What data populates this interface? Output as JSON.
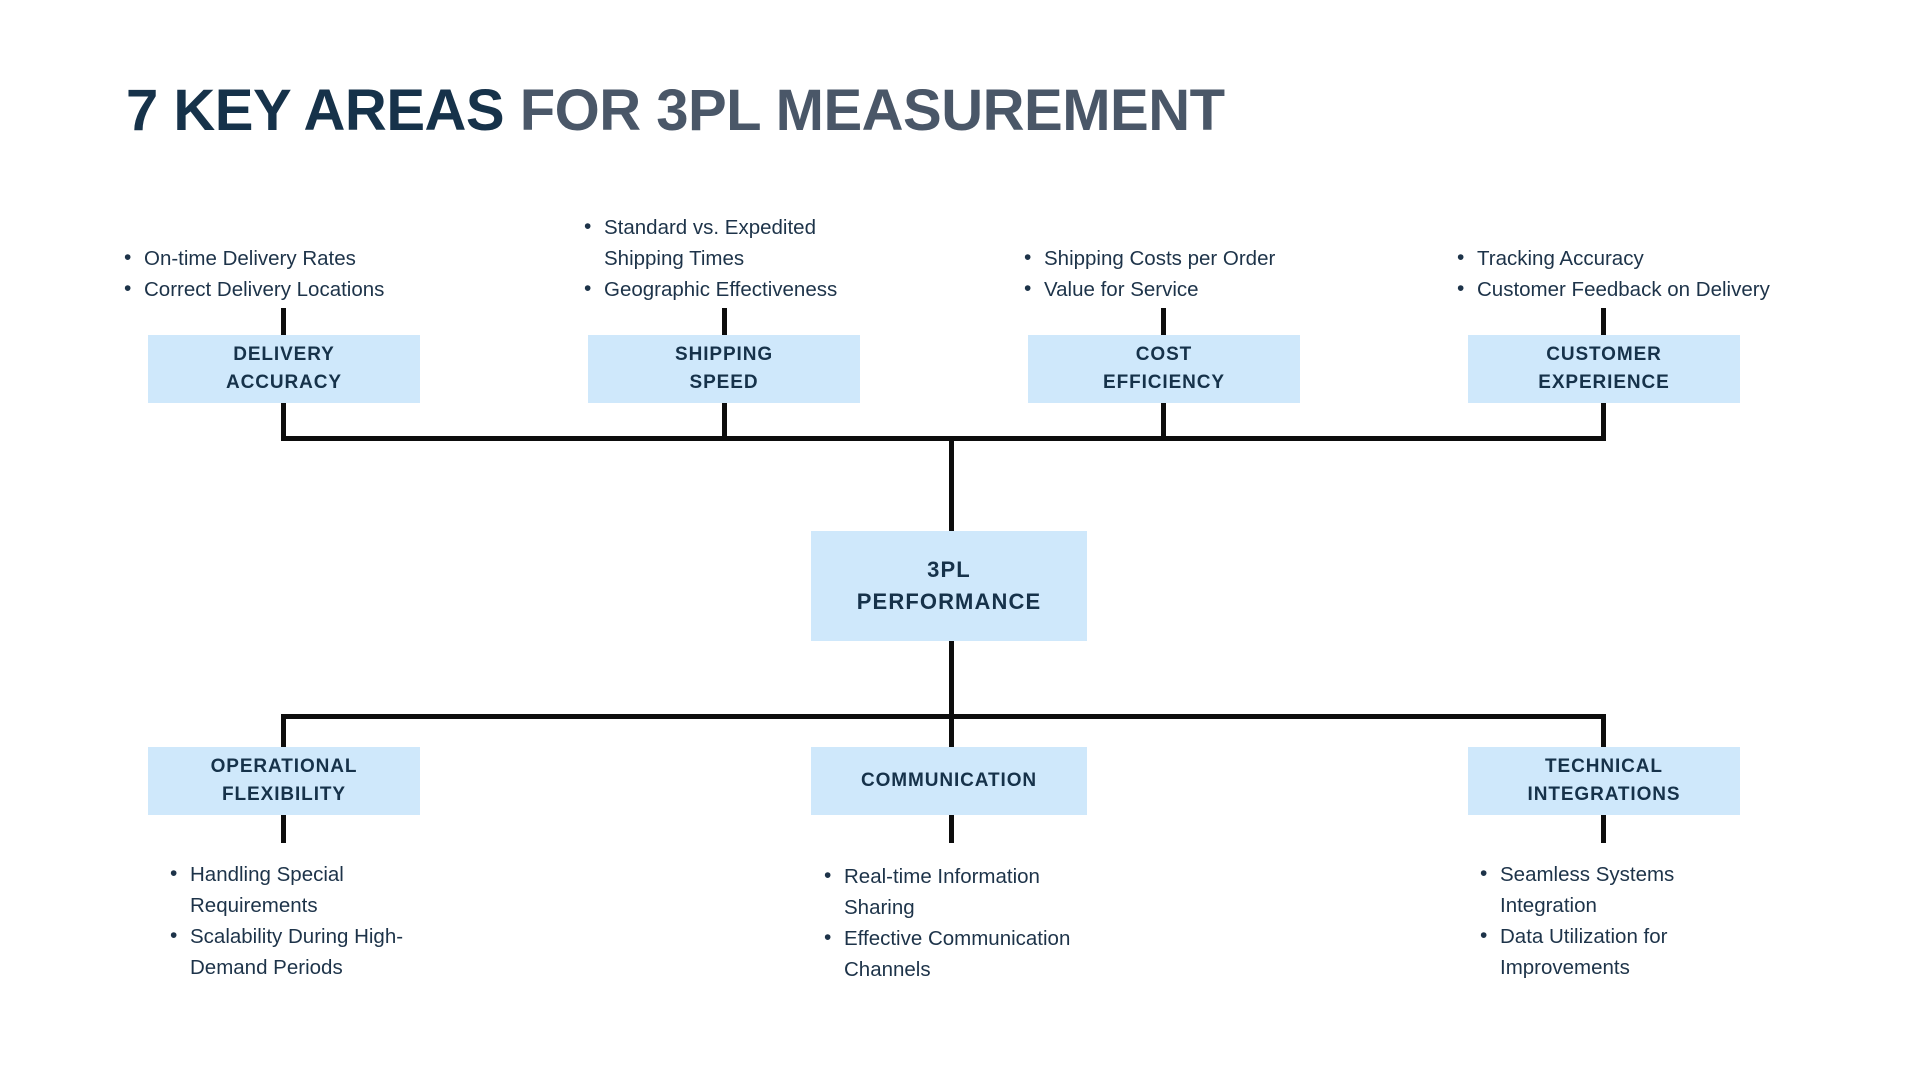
{
  "title": {
    "strong": "7 KEY AREAS",
    "soft": " FOR 3PL MEASUREMENT"
  },
  "colors": {
    "title_strong": "#16324a",
    "title_soft": "#4a5768",
    "node_fill": "#cfe8fb",
    "node_text": "#16324a",
    "bullet_text": "#1d3349",
    "connector": "#0d0d0d",
    "background": "#ffffff"
  },
  "center_node": {
    "line1": "3PL",
    "line2": "PERFORMANCE"
  },
  "top_branches": [
    {
      "box_line1": "DELIVERY",
      "box_line2": "ACCURACY",
      "bullets": [
        "On-time Delivery Rates",
        "Correct Delivery Locations"
      ]
    },
    {
      "box_line1": "SHIPPING",
      "box_line2": "SPEED",
      "bullets": [
        "Standard vs. Expedited Shipping Times",
        "Geographic Effectiveness"
      ]
    },
    {
      "box_line1": "COST",
      "box_line2": "EFFICIENCY",
      "bullets": [
        "Shipping Costs per Order",
        "Value for Service"
      ]
    },
    {
      "box_line1": "CUSTOMER",
      "box_line2": "EXPERIENCE",
      "bullets": [
        "Tracking Accuracy",
        "Customer Feedback on Delivery"
      ]
    }
  ],
  "bottom_branches": [
    {
      "box_line1": "OPERATIONAL",
      "box_line2": "FLEXIBILITY",
      "bullets": [
        "Handling Special Requirements",
        "Scalability During High-Demand Periods"
      ]
    },
    {
      "box_line1": "COMMUNICATION",
      "box_line2": "",
      "bullets": [
        "Real-time Information Sharing",
        "Effective Communication Channels"
      ]
    },
    {
      "box_line1": "TECHNICAL",
      "box_line2": "INTEGRATIONS",
      "bullets": [
        "Seamless Systems Integration",
        "Data Utilization for Improvements"
      ]
    }
  ]
}
